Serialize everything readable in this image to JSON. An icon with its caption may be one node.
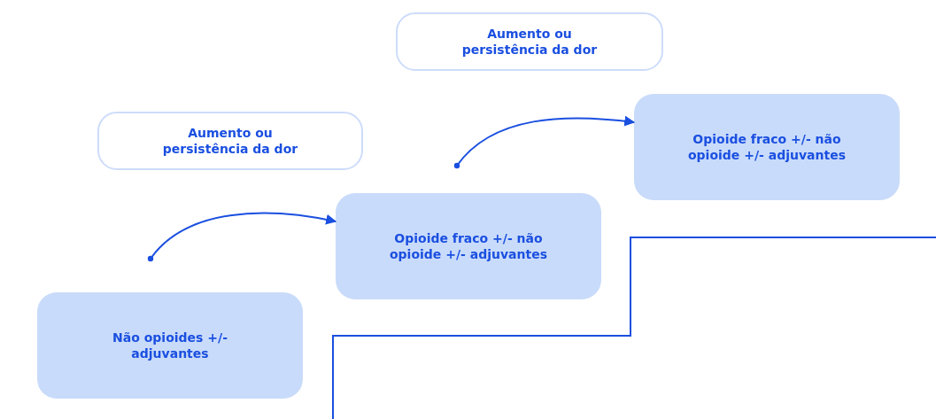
{
  "diagram": {
    "nodes": [
      {
        "text": [
          "Aumento ou persistência da dor"
        ]
      },
      {
        "text": [
          "Aumento ou persistência da dor"
        ]
      },
      {
        "text": [
          "Não opioides +/- adjuvantes"
        ]
      },
      {
        "text": [
          "Opioide fraco +/- não opioide +/- adjuvantes"
        ]
      },
      {
        "text": [
          "Opioide fraco +/- não opioide +/- adjuvantes"
        ]
      }
    ],
    "edges": [
      {
        "from": null,
        "to": 3,
        "arrow": "to"
      },
      {
        "from": null,
        "to": 4,
        "arrow": "to"
      }
    ]
  }
}
